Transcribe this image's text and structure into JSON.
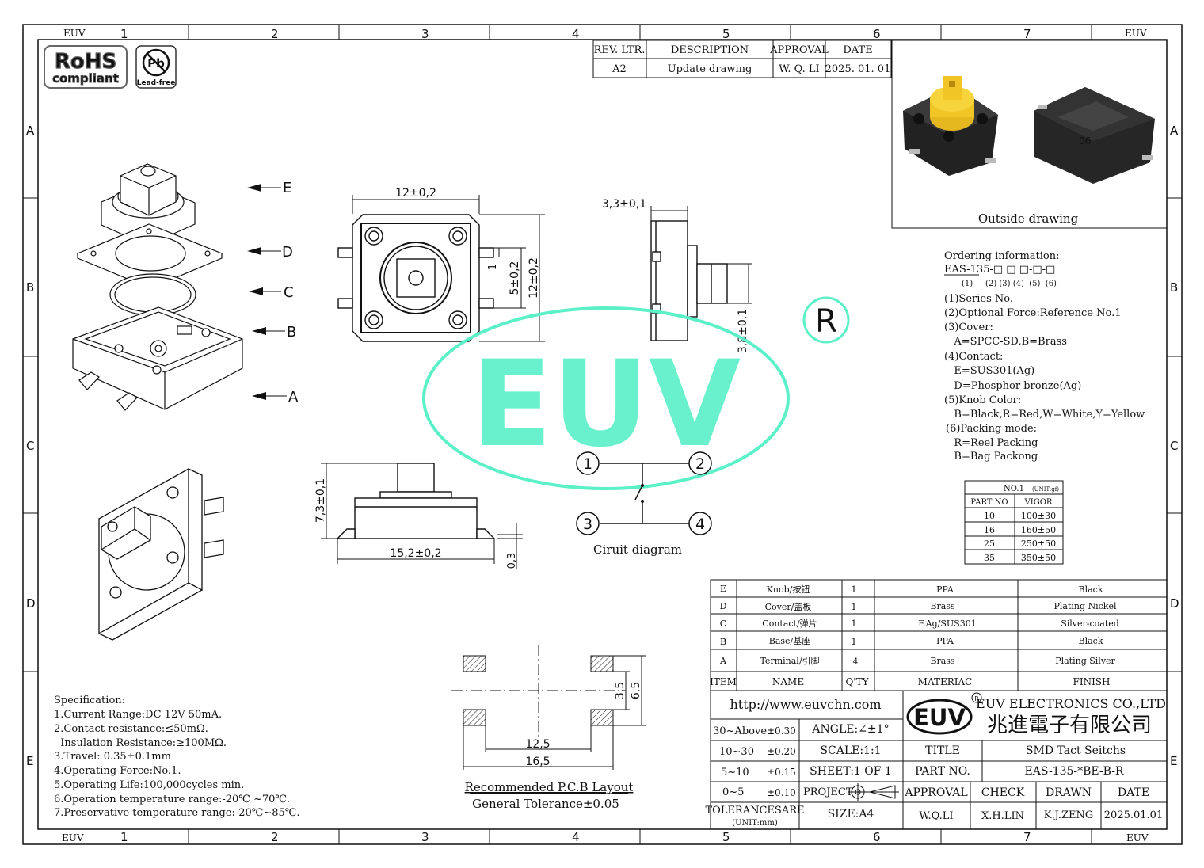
{
  "frame": {
    "col_labels": [
      "1",
      "2",
      "3",
      "4",
      "5",
      "6",
      "7"
    ],
    "row_labels": [
      "A",
      "B",
      "C",
      "D",
      "E"
    ],
    "corner_label": "EUV"
  },
  "badges": {
    "rohs_top": "RoHS",
    "rohs_bottom": "compliant",
    "pb_symbol": "Pb",
    "pb_text": "Lead-free"
  },
  "revision_table": {
    "headers": [
      "REV. LTR.",
      "DESCRIPTION",
      "APPROVAL",
      "DATE"
    ],
    "row": [
      "A2",
      "Update drawing",
      "W. Q. LI",
      "2025. 01. 01"
    ]
  },
  "photo": {
    "caption": "Outside drawing",
    "part_mark": "06"
  },
  "exploded_labels": [
    "E",
    "D",
    "C",
    "B",
    "A"
  ],
  "dimensions": {
    "top_width": "12±0,2",
    "top_height": "12±0,2",
    "top_small": "5±0,2",
    "top_tiny": "1",
    "side_width": "3,3±0,1",
    "side_height": "3,8±0,1",
    "front_height": "7,3±0,1",
    "front_width": "15,2±0,2",
    "front_foot": "0,3"
  },
  "watermark": {
    "text": "EUV",
    "registered": "R",
    "color": "#5cf0c8"
  },
  "circuit": {
    "nodes": [
      "1",
      "2",
      "3",
      "4"
    ],
    "caption": "Ciruit diagram"
  },
  "pcb": {
    "dims": [
      "3,5",
      "6,5",
      "12,5",
      "16,5"
    ],
    "caption": "Recommended P.C.B Layout",
    "tolerance": "General Tolerance±0.05"
  },
  "ordering": {
    "title": "Ordering information:",
    "code": "EAS-135-□ □ □-□-□",
    "code_indices": "(1)     (2) (3) (4)  (5)  (6)",
    "lines": [
      "(1)Series No.",
      "(2)Optional Force:Reference No.1",
      "(3)Cover:",
      "   A=SPCC-SD,B=Brass",
      "(4)Contact:",
      "   E=SUS301(Ag)",
      "   D=Phosphor bronze(Ag)",
      "(5)Knob Color:",
      "   B=Black,R=Red,W=White,Y=Yellow",
      "(6)Packing mode:",
      "   R=Reel Packing",
      "   B=Bag Packong"
    ]
  },
  "force_table": {
    "title": "NO.1",
    "unit": "(UNIT:gf)",
    "headers": [
      "PART NO",
      "VIGOR"
    ],
    "rows": [
      [
        "10",
        "100±30"
      ],
      [
        "16",
        "160±50"
      ],
      [
        "25",
        "250±50"
      ],
      [
        "35",
        "350±50"
      ]
    ]
  },
  "specification": {
    "title": "Specification:",
    "lines": [
      "1.Current Range:DC 12V 50mA.",
      "2.Contact resistance:≤50mΩ.",
      "  Insulation Resistance:≥100MΩ.",
      "3.Travel: 0.35±0.1mm",
      "4.Operating Force:No.1.",
      "5.Operating Life:100,000cycles min.",
      "6.Operation temperature range:-20℃ ~70℃.",
      "7.Preservative temperature range:-20℃~85℃."
    ]
  },
  "bom": {
    "rows": [
      [
        "E",
        "Knob/按钮",
        "1",
        "PPA",
        "Black"
      ],
      [
        "D",
        "Cover/盖板",
        "1",
        "Brass",
        "Plating Nickel"
      ],
      [
        "C",
        "Contact/弹片",
        "1",
        "F.Ag/SUS301",
        "Silver-coated"
      ],
      [
        "B",
        "Base/基座",
        "1",
        "PPA",
        "Black"
      ],
      [
        "A",
        "Terminal/引脚",
        "4",
        "Brass",
        "Plating Silver"
      ]
    ],
    "headers": [
      "ITEM",
      "NAME",
      "Q'TY",
      "MATERIAC",
      "FINISH"
    ]
  },
  "title_block": {
    "url": "http://www.euvchn.com",
    "company_en": "EUV ELECTRONICS CO.,LTD",
    "company_cn": "兆進電子有限公司",
    "logo": "EUV",
    "tolerances": [
      [
        "30~Above",
        "±0.30"
      ],
      [
        "10~30",
        "±0.20"
      ],
      [
        "5~10",
        "±0.15"
      ],
      [
        "0~5",
        "±0.10"
      ]
    ],
    "tolerance_label": "TOLERANCESARE",
    "tolerance_unit": "(UNIT:mm)",
    "angle": "ANGLE:∠±1°",
    "scale": "SCALE:1:1",
    "sheet": "SHEET:1 OF 1",
    "project": "PROJECT",
    "size": "SIZE:A4",
    "title_label": "TITLE",
    "title_value": "SMD Tact Seitchs",
    "part_label": "PART NO.",
    "part_value": "EAS-135-*BE-B-R",
    "sign_headers": [
      "APPROVAL",
      "CHECK",
      "DRAWN",
      "DATE"
    ],
    "sign_values": [
      "W.Q.LI",
      "X.H.LIN",
      "K.J.ZENG",
      "2025.01.01"
    ]
  }
}
